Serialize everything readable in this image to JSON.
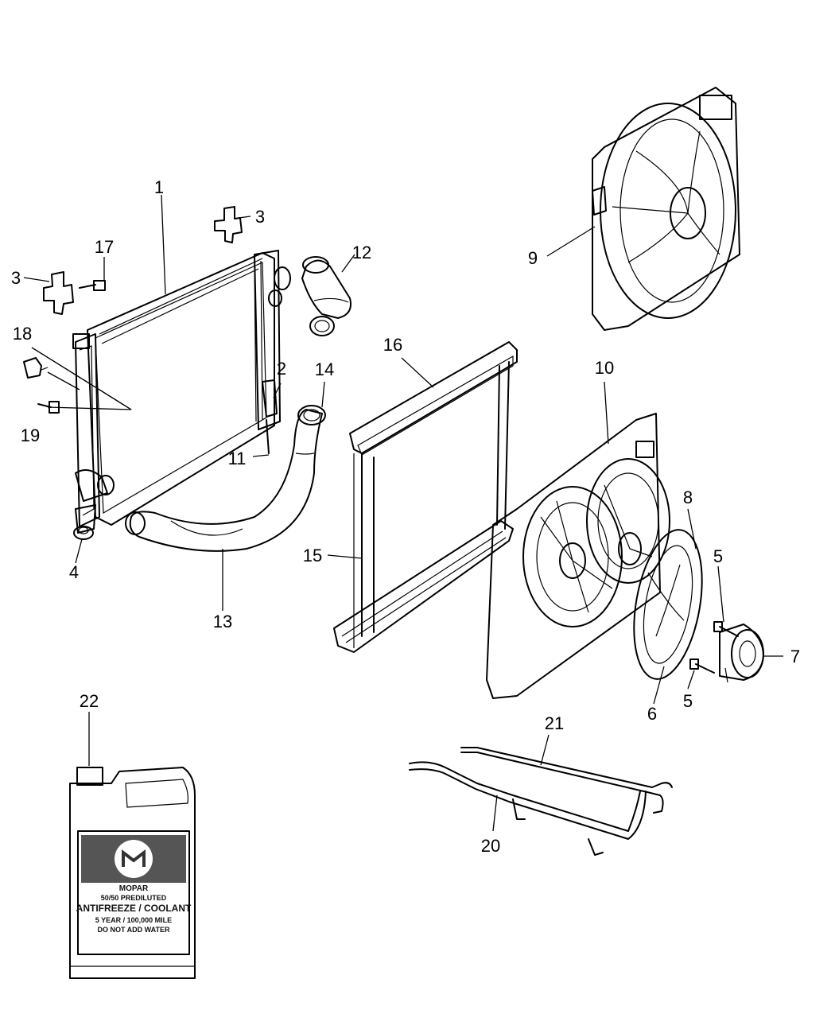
{
  "callouts": {
    "c1": "1",
    "c2": "2",
    "c3a": "3",
    "c3b": "3",
    "c4": "4",
    "c5a": "5",
    "c5b": "5",
    "c6": "6",
    "c7": "7",
    "c8": "8",
    "c9": "9",
    "c10": "10",
    "c11": "11",
    "c12": "12",
    "c13": "13",
    "c14": "14",
    "c15": "15",
    "c16": "16",
    "c17": "17",
    "c18": "18",
    "c19": "19",
    "c20": "20",
    "c21": "21",
    "c22": "22"
  },
  "jug_label": {
    "brand": "MOPAR",
    "line1": "50/50 PREDILUTED",
    "line2": "ANTIFREEZE / COOLANT",
    "line3": "5 YEAR / 100,000 MILE",
    "line4": "DO NOT ADD WATER"
  }
}
